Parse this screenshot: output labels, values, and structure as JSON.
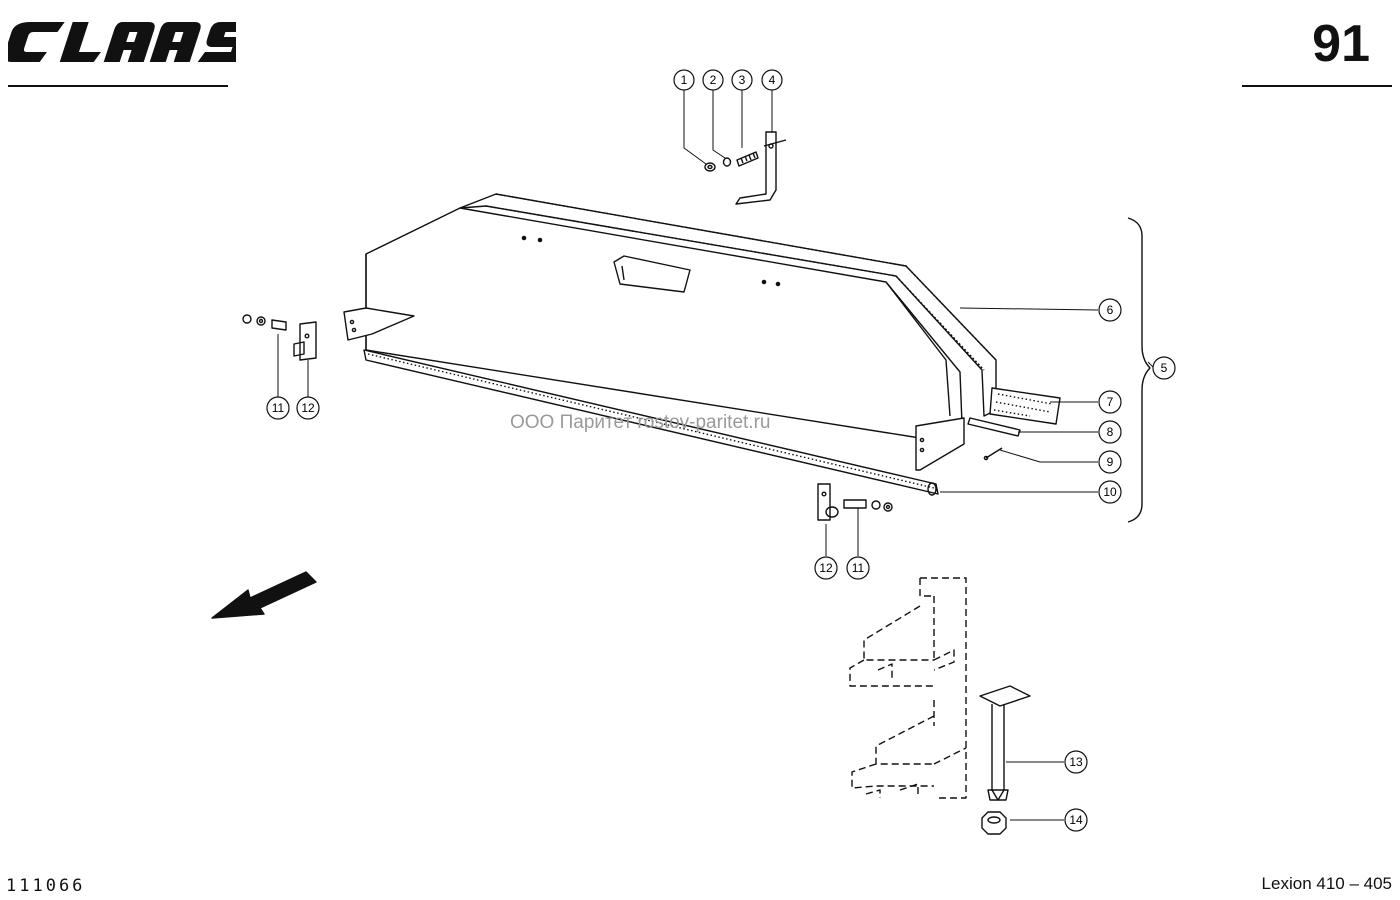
{
  "header": {
    "brand": "CLAAS",
    "page_number": "91"
  },
  "footer": {
    "doc_code": "111066",
    "model": "Lexion 410 – 405"
  },
  "watermark": "ООО Паритет    rostov-paritet.ru",
  "callouts": {
    "c1": "1",
    "c2": "2",
    "c3": "3",
    "c4": "4",
    "c5": "5",
    "c6": "6",
    "c7": "7",
    "c8": "8",
    "c9": "9",
    "c10": "10",
    "c11a": "11",
    "c12a": "12",
    "c11b": "11",
    "c12b": "12",
    "c13": "13",
    "c14": "14"
  }
}
